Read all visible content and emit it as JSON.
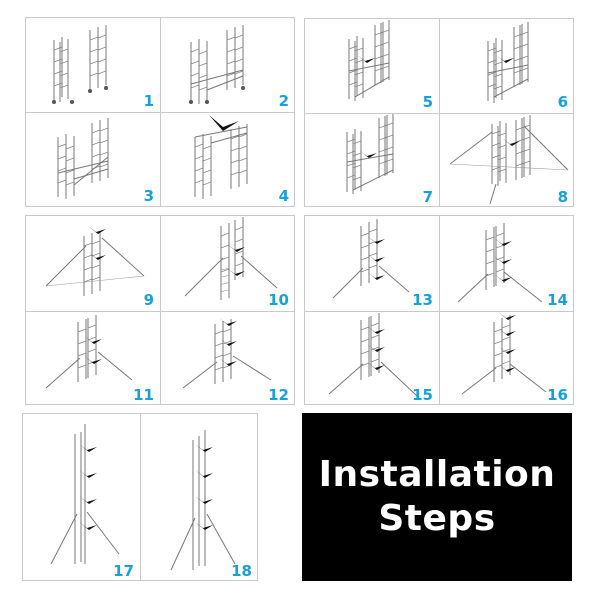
{
  "title": {
    "line1": "Installation",
    "line2": "Steps",
    "background": "#000000",
    "color": "#ffffff"
  },
  "label_color": "#1aa0d8",
  "steps": [
    {
      "n": "1",
      "desc": "two ladder frames with castors"
    },
    {
      "n": "2",
      "desc": "frames joined by horizontal braces"
    },
    {
      "n": "3",
      "desc": "diagonal braces added"
    },
    {
      "n": "4",
      "desc": "platform placed on top"
    },
    {
      "n": "5",
      "desc": "second frame set added, platform"
    },
    {
      "n": "6",
      "desc": "platform raised"
    },
    {
      "n": "7",
      "desc": "additional bracing"
    },
    {
      "n": "8",
      "desc": "stabilizer outriggers attached"
    },
    {
      "n": "9",
      "desc": "tower with two platforms and outriggers"
    },
    {
      "n": "10",
      "desc": "frames extended"
    },
    {
      "n": "11",
      "desc": "bracing added"
    },
    {
      "n": "12",
      "desc": "three platforms"
    },
    {
      "n": "13",
      "desc": "tower with three platforms"
    },
    {
      "n": "14",
      "desc": "frames extended"
    },
    {
      "n": "15",
      "desc": "bracing added"
    },
    {
      "n": "16",
      "desc": "four platforms"
    },
    {
      "n": "17",
      "desc": "tall tower with four platforms"
    },
    {
      "n": "18",
      "desc": "completed tower"
    }
  ]
}
